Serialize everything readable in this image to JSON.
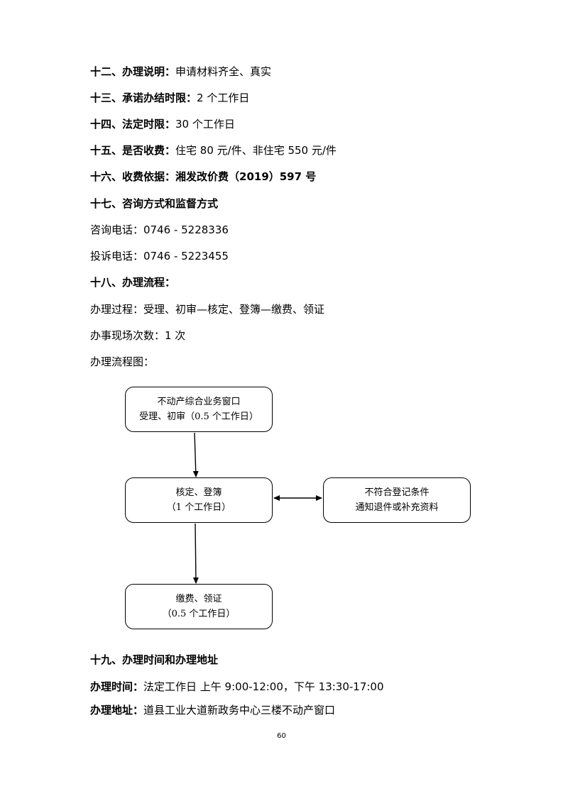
{
  "items": {
    "i12": {
      "heading": "十二、办理说明：",
      "text": "申请材料齐全、真实"
    },
    "i13": {
      "heading": "十三、承诺办结时限：",
      "text": "2 个工作日"
    },
    "i14": {
      "heading": "十四、法定时限：",
      "text": "30 个工作日"
    },
    "i15": {
      "heading": "十五、是否收费：",
      "text": "住宅 80 元/件、非住宅 550 元/件"
    },
    "i16": {
      "heading": "十六、收费依据：湘发改价费（2019）597 号"
    },
    "i17": {
      "heading": "十七、咨询方式和监督方式"
    },
    "phone_consult": "咨询电话：0746 - 5228336",
    "phone_complaint": "投诉电话：0746 - 5223455",
    "i18": {
      "heading": "十八、办理流程："
    },
    "process": "办理过程：受理、初审—核定、登簿—缴费、领证",
    "visits": "办事现场次数：1 次",
    "flowchart_label": "办理流程图：",
    "i19": {
      "heading": "十九、办理时间和办理地址"
    },
    "office_hours": {
      "heading": "办理时间：",
      "text": "法定工作日  上午 9:00-12:00，下午 13:30-17:00"
    },
    "office_address": {
      "heading": "办理地址：",
      "text": "道县工业大道新政务中心三楼不动产窗口"
    }
  },
  "flowchart": {
    "box1": {
      "line1": "不动产综合业务窗口",
      "line2": "受理、初审（0.5 个工作日）"
    },
    "box2": {
      "line1": "核定、登簿",
      "line2": "（1 个工作日）"
    },
    "box3": {
      "line1": "不符合登记条件",
      "line2": "通知退件或补充资料"
    },
    "box4": {
      "line1": "缴费、领证",
      "line2": "（0.5 个工作日）"
    }
  },
  "page_number": "60"
}
